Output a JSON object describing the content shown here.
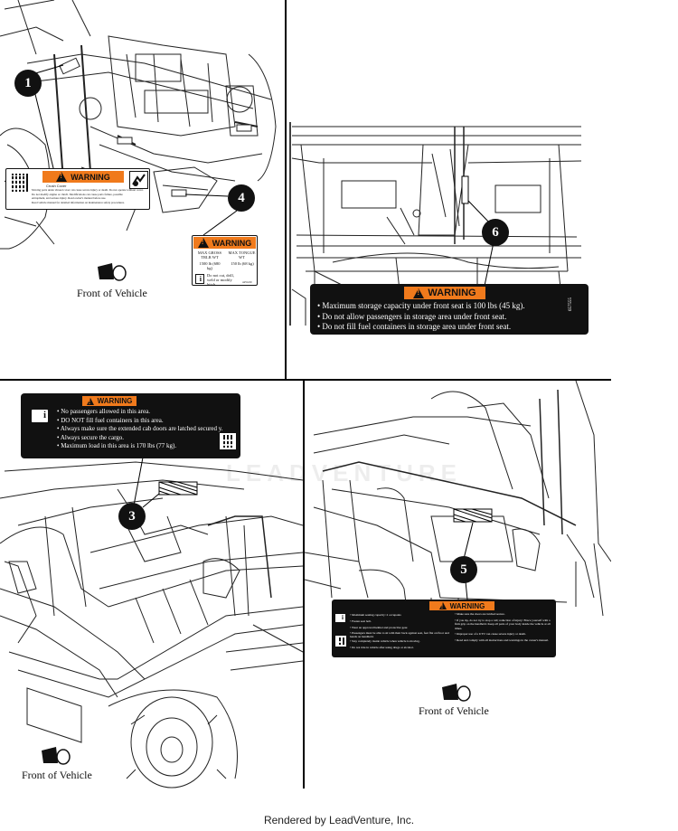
{
  "callouts": [
    "1",
    "3",
    "4",
    "5",
    "6"
  ],
  "front_of_vehicle": "Front of Vehicle",
  "label1": {
    "header": "WARNING",
    "title": "Crush Cover",
    "lines": [
      "Moving parts under shroud cover can cause severe injury or death. Do not operate without cover.",
      "Do not modify engine or clutch. Modifications can cause parts failure, possible",
      "entrapment, and serious injury. Read owner's manual before use.",
      "Read vehicle manual for detailed information on maintenance safety procedures."
    ]
  },
  "label4": {
    "header": "WARNING",
    "col1_head": "MAX GROSS TRLR WT",
    "col1_value": "1500 lb (680 kg)",
    "col2_head": "MAX TONGUE WT",
    "col2_value": "150 lb (68 kg)",
    "footer": "Do not cut, drill, weld or modify hitch.",
    "part": "4455229"
  },
  "label6": {
    "header": "WARNING",
    "lines": [
      "Maximum storage capacity under front seat is 100 lbs (45 kg).",
      "Do not allow passengers in storage area under front seat.",
      "Do not fill fuel containers in storage area under front seat."
    ],
    "part": "657555"
  },
  "label3": {
    "header": "WARNING",
    "lines": [
      "No passengers allowed in this area.",
      "DO NOT fill fuel containers in this area.",
      "Always make sure the extended cab doors are latched secured y.",
      "Always secure the cargo.",
      "Maximum load in this area is 170 lbs (77 kg)."
    ]
  },
  "label5": {
    "header": "WARNING",
    "left_lines": [
      "Maximum seating capacity: 2 occupants",
      "Fasten seat belt.",
      "Wear an approved helmet and protective gear.",
      "Passengers must be able to sit with their back against seat, feet flat on floor and hands on handhold.",
      "Stay completely inside vehicle when vehicle is moving.",
      "Do not ride in vehicle after using drugs or alcohol."
    ],
    "right_lines": [
      "Make sure the doors are latched secure.",
      "If you tip, do not try to stop a roll; reduction of injury: Brace yourself with a firm grip on the handhold. Keep all parts of your body inside the vehicle at all times.",
      "Improper use of a UTV can cause severe injury or death.",
      "Read and comply with all instructions and warnings in the owner's manual."
    ]
  },
  "watermark": "LEADVENTURE",
  "footer": "Rendered by LeadVenture, Inc.",
  "colors": {
    "warning_orange": "#f07a1c",
    "label_black": "#111111"
  }
}
